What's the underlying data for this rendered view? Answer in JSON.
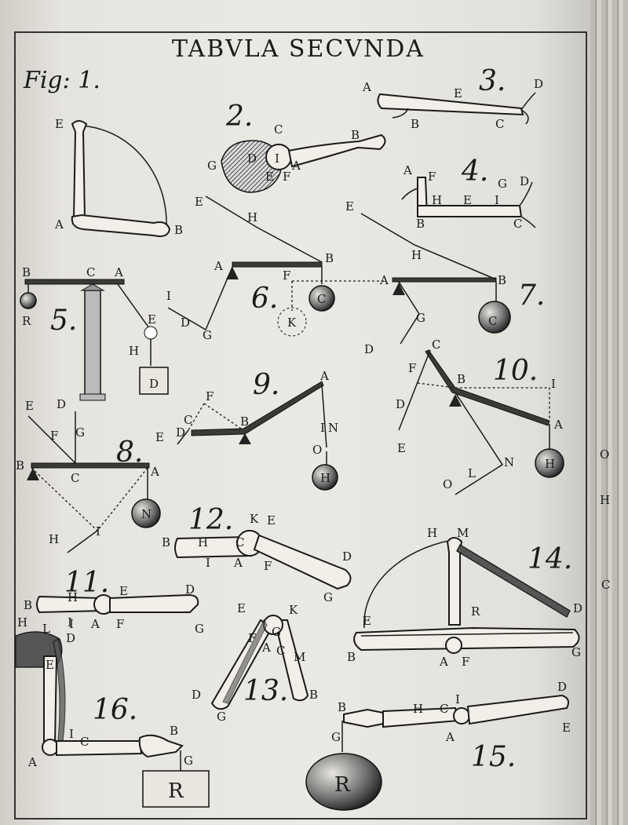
{
  "plate": {
    "title": "TABVLA SECVNDA",
    "fig_label": "Fig: 1."
  },
  "figures": {
    "f1": {
      "num": "",
      "labels": [
        "E",
        "A",
        "B"
      ]
    },
    "f2": {
      "num": "2.",
      "labels": [
        "C",
        "B",
        "G",
        "D",
        "I",
        "E",
        "F",
        "A"
      ]
    },
    "f3": {
      "num": "3.",
      "labels": [
        "A",
        "E",
        "D",
        "B",
        "C"
      ]
    },
    "f4": {
      "num": "4.",
      "labels": [
        "A",
        "F",
        "G",
        "D",
        "H",
        "E",
        "I",
        "B",
        "C"
      ]
    },
    "f5": {
      "num": "5.",
      "labels": [
        "B",
        "C",
        "A",
        "R",
        "E",
        "H",
        "D"
      ]
    },
    "f6": {
      "num": "6.",
      "labels": [
        "E",
        "H",
        "A",
        "B",
        "F",
        "C",
        "K",
        "I",
        "D",
        "G"
      ]
    },
    "f7": {
      "num": "7.",
      "labels": [
        "E",
        "H",
        "A",
        "B",
        "G",
        "C",
        "D"
      ]
    },
    "f8": {
      "num": "8.",
      "labels": [
        "E",
        "D",
        "F",
        "G",
        "B",
        "C",
        "A",
        "N",
        "I",
        "H"
      ]
    },
    "f9": {
      "num": "9.",
      "labels": [
        "F",
        "A",
        "C",
        "B",
        "E",
        "D",
        "I",
        "N",
        "O",
        "H"
      ]
    },
    "f10": {
      "num": "10.",
      "labels": [
        "C",
        "F",
        "B",
        "I",
        "D",
        "A",
        "E",
        "H",
        "N",
        "L",
        "O"
      ]
    },
    "f11": {
      "num": "11.",
      "labels": [
        "B",
        "H",
        "E",
        "D",
        "I",
        "A",
        "F",
        "G"
      ]
    },
    "f12": {
      "num": "12.",
      "labels": [
        "K",
        "E",
        "B",
        "H",
        "C",
        "D",
        "I",
        "A",
        "F",
        "G"
      ]
    },
    "f13": {
      "num": "13.",
      "labels": [
        "E",
        "K",
        "F",
        "G",
        "A",
        "C",
        "M",
        "D",
        "G",
        "B"
      ]
    },
    "f14": {
      "num": "14.",
      "labels": [
        "H",
        "M",
        "R",
        "D",
        "E",
        "B",
        "A",
        "F",
        "G"
      ]
    },
    "f15": {
      "num": "15.",
      "labels": [
        "I",
        "D",
        "B",
        "H",
        "C",
        "G",
        "A",
        "E",
        "R"
      ]
    },
    "f16": {
      "num": "16.",
      "labels": [
        "H",
        "L",
        "I",
        "D",
        "E",
        "I",
        "C",
        "B",
        "A",
        "G",
        "R"
      ]
    }
  },
  "next_page_edge": {
    "labels": [
      "O",
      "H",
      "C"
    ]
  }
}
